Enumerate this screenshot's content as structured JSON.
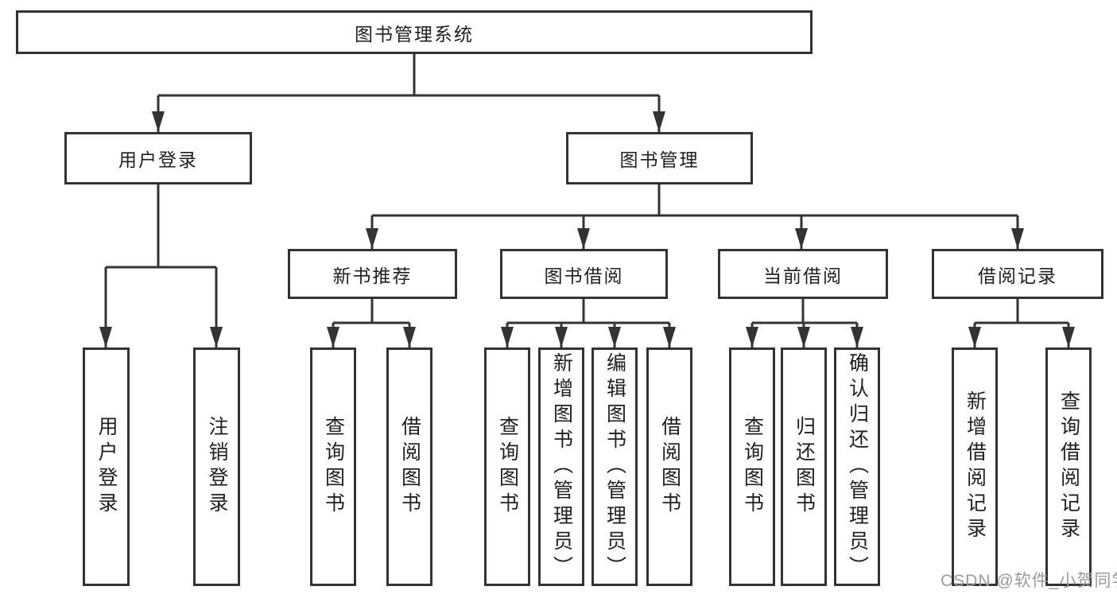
{
  "diagram": {
    "root": {
      "label": "图书管理系统"
    },
    "level2": [
      {
        "label": "用户登录",
        "parent": "图书管理系统"
      },
      {
        "label": "图书管理",
        "parent": "图书管理系统"
      }
    ],
    "level3": [
      {
        "label": "新书推荐",
        "parent": "图书管理"
      },
      {
        "label": "图书借阅",
        "parent": "图书管理"
      },
      {
        "label": "当前借阅",
        "parent": "图书管理"
      },
      {
        "label": "借阅记录",
        "parent": "图书管理"
      }
    ],
    "leaves": [
      {
        "label": "用户登录",
        "parent": "用户登录"
      },
      {
        "label": "注销登录",
        "parent": "用户登录"
      },
      {
        "label": "查询图书",
        "parent": "新书推荐"
      },
      {
        "label": "借阅图书",
        "parent": "新书推荐"
      },
      {
        "label": "查询图书",
        "parent": "图书借阅"
      },
      {
        "label": "新增图书（管理员）",
        "parent": "图书借阅"
      },
      {
        "label": "编辑图书（管理员）",
        "parent": "图书借阅"
      },
      {
        "label": "借阅图书",
        "parent": "图书借阅"
      },
      {
        "label": "查询图书",
        "parent": "当前借阅"
      },
      {
        "label": "归还图书",
        "parent": "当前借阅"
      },
      {
        "label": "确认归还（管理员）",
        "parent": "当前借阅"
      },
      {
        "label": "新增借阅记录",
        "parent": "借阅记录"
      },
      {
        "label": "查询借阅记录",
        "parent": "借阅记录"
      }
    ],
    "watermark": "CSDN @软件_小贺同学",
    "colors": {
      "box_border": "#333333",
      "connector": "#333333",
      "text": "#1f1f1f",
      "watermark": "#9b9b9b",
      "background": "#ffffff"
    }
  }
}
